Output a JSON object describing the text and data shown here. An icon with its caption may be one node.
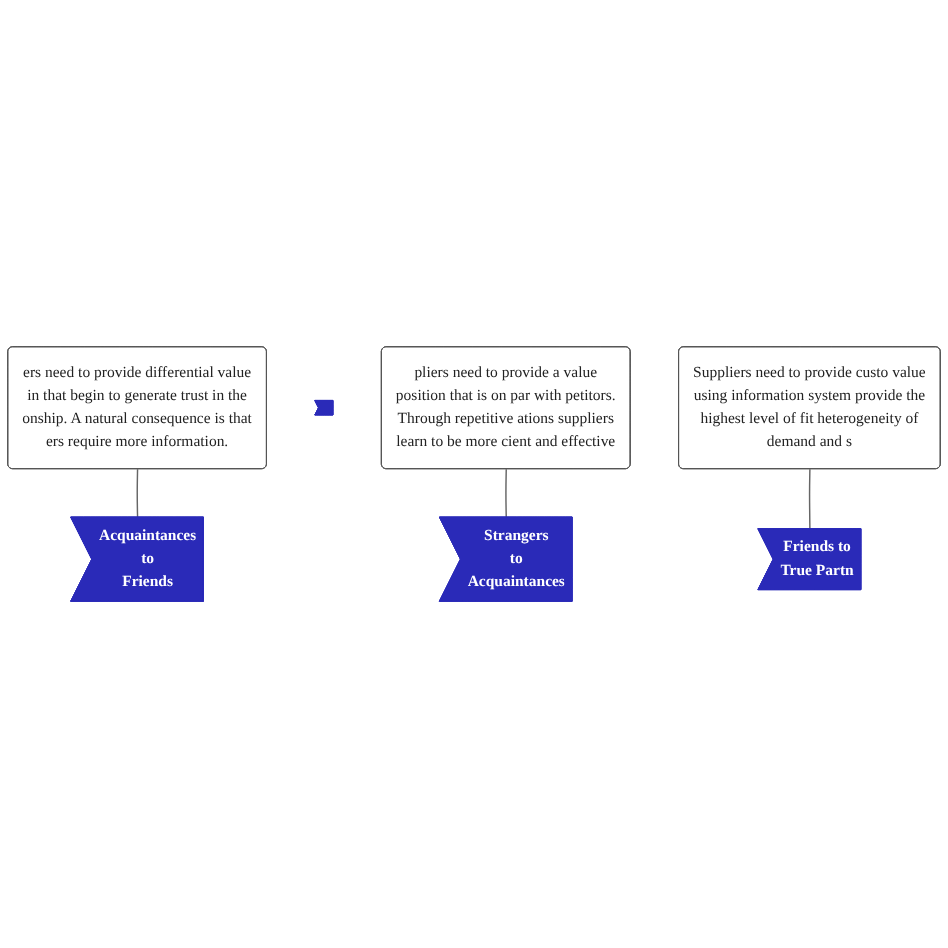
{
  "diagram": {
    "nodes": [
      {
        "text": [
          "ers need to provide differential value in that begin to generate trust in the onship. A natural consequence is that ers require more information."
        ]
      },
      {
        "text": [],
        "shape": "chevron"
      },
      {
        "text": [
          "Strangers to Acquaintances"
        ]
      },
      {
        "text": [
          "Acquaintances to Friends"
        ]
      },
      {
        "text": [
          "Friends to True Partn"
        ]
      },
      {
        "text": [
          "pliers need to provide a value position that is on par with petitors. Through repetitive ations suppliers learn to be more cient and effective"
        ]
      },
      {
        "text": [
          "Suppliers need to provide custo value using information system provide the highest level of fit heterogeneity of demand and s"
        ]
      }
    ],
    "edges": [
      {
        "from": 0,
        "to": 3,
        "arrow": "none"
      },
      {
        "from": 5,
        "to": 2,
        "arrow": "none"
      },
      {
        "from": 6,
        "to": 4,
        "arrow": "none"
      }
    ]
  }
}
